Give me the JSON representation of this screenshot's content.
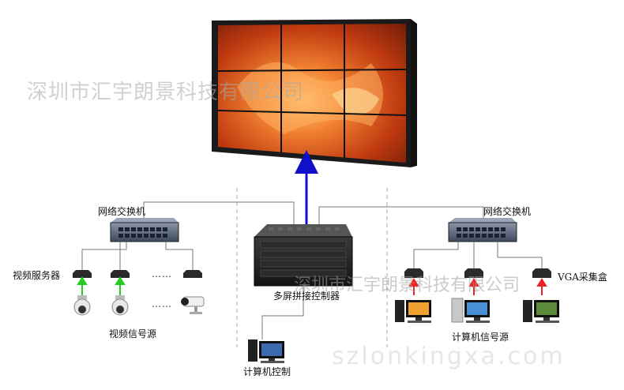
{
  "labels": {
    "switch_left": "网络交换机",
    "switch_right": "网络交换机",
    "video_server": "视频服务器",
    "video_source": "视频信号源",
    "controller": "多屏拼接控制器",
    "pc_control": "计算机控制",
    "vga_box": "VGA采集盒",
    "pc_source": "计算机信号源",
    "dots": "……"
  },
  "watermarks": {
    "company": "深圳市汇宇朗景科技有限公司",
    "url": "szlonkingxa.com"
  },
  "colors": {
    "uplink_arrow": "#1010c8",
    "video_arrow": "#22cc22",
    "pc_arrow": "#ee2222",
    "cable": "#777777",
    "divider": "#aaaaaa"
  }
}
